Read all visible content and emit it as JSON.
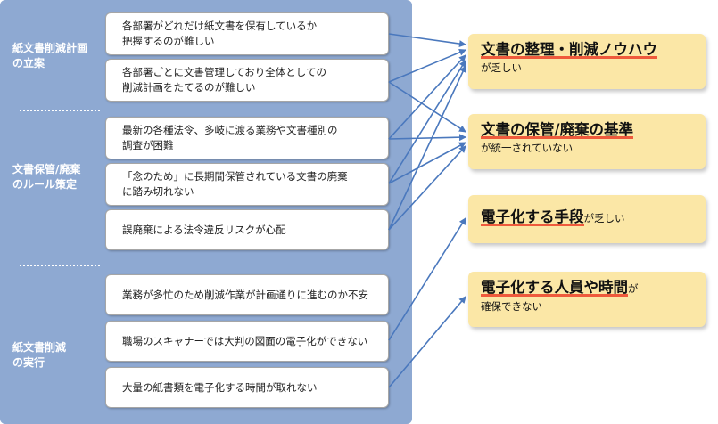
{
  "categories": [
    {
      "label_lines": [
        "紙文書削減計画",
        "の立案"
      ]
    },
    {
      "label_lines": [
        "文書保管/廃棄",
        "のルール策定"
      ]
    },
    {
      "label_lines": [
        "紙文書削減",
        "の実行"
      ]
    }
  ],
  "issues": [
    {
      "lines": [
        "各部署がどれだけ紙文書を保有しているか",
        "把握するのが難しい"
      ]
    },
    {
      "lines": [
        "各部署ごとに文書管理しており全体としての",
        "削減計画をたてるのが難しい"
      ]
    },
    {
      "lines": [
        "最新の各種法令、多岐に渡る業務や文書種別の",
        "調査が困難"
      ]
    },
    {
      "lines": [
        "「念のため」に長期間保管されている文書の廃棄",
        "に踏み切れない"
      ]
    },
    {
      "lines": [
        "誤廃棄による法令違反リスクが心配"
      ]
    },
    {
      "lines": [
        "業務が多忙のため削減作業が計画通りに進むのか不安"
      ]
    },
    {
      "lines": [
        "職場のスキャナーでは大判の図面の電子化ができない"
      ]
    },
    {
      "lines": [
        "大量の紙書類を電子化する時間が取れない"
      ]
    }
  ],
  "results": [
    {
      "big": "文書の整理・削減ノウハウ",
      "small_inline": "",
      "sub": "が乏しい"
    },
    {
      "big": "文書の保管/廃棄の基準",
      "small_inline": "",
      "sub": "が統一されていない"
    },
    {
      "big": "電子化する手段",
      "small_inline": "が乏しい",
      "sub": ""
    },
    {
      "big": "電子化する人員や時間",
      "small_inline": "が",
      "sub": "確保できない"
    }
  ],
  "colors": {
    "panel": "#8ea9d2",
    "arrow": "#4a78bd",
    "result_bg": "#fbe7a6",
    "underline": "#ef5a3c"
  }
}
